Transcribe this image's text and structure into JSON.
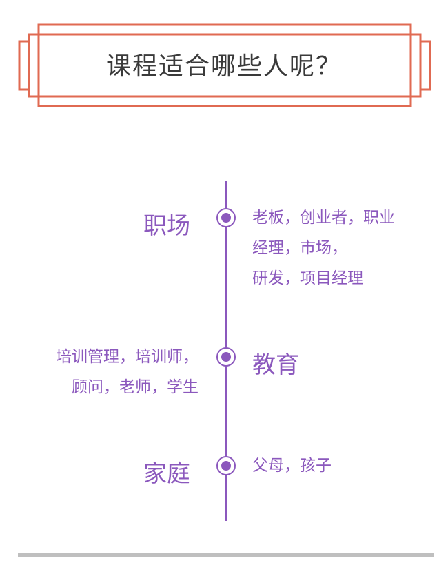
{
  "title": "课程适合哪些人呢？",
  "colors": {
    "frame": "#e06a52",
    "accent": "#8b58bd",
    "title_text": "#3a3a3a"
  },
  "timeline": [
    {
      "category": "职场",
      "description_lines": [
        "老板，创业者，职业",
        "经理，市场，",
        "研发，项目经理"
      ]
    },
    {
      "category": "教育",
      "description_lines": [
        "培训管理，培训师，",
        "顾问，老师，学生"
      ]
    },
    {
      "category": "家庭",
      "description_lines": [
        "父母，孩子"
      ]
    }
  ]
}
